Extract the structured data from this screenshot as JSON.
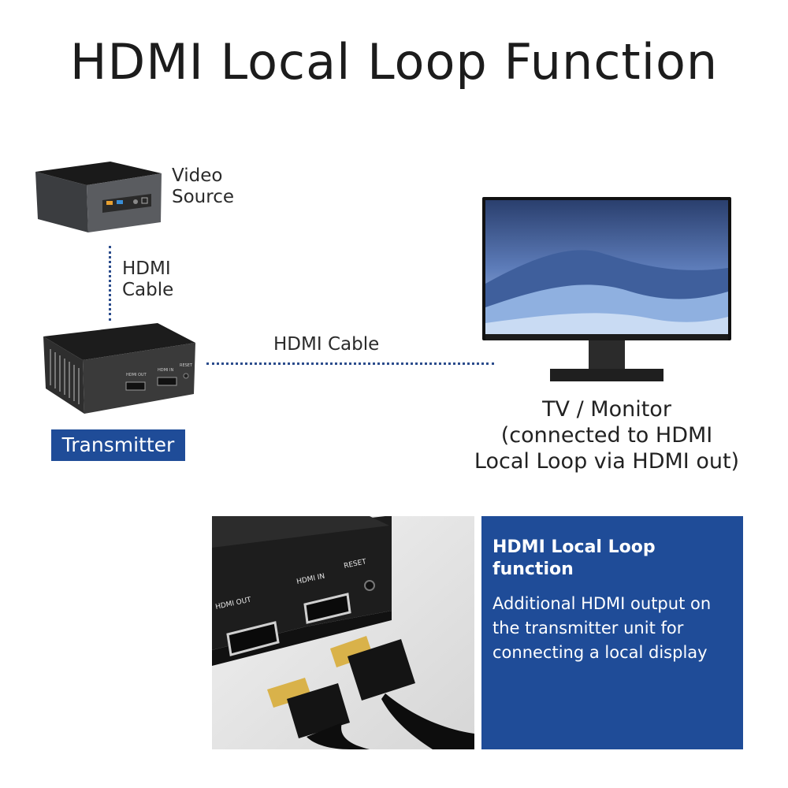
{
  "title": "HDMI Local Loop Function",
  "video_source": {
    "line1": "Video",
    "line2": "Source"
  },
  "hdmi_cable_vertical": {
    "line1": "HDMI",
    "line2": "Cable"
  },
  "hdmi_cable_horizontal": "HDMI Cable",
  "transmitter_label": "Transmitter",
  "transmitter_ports": {
    "out": "HDMI OUT",
    "in": "HDMI IN",
    "reset": "RESET"
  },
  "tv_caption": {
    "line1": "TV / Monitor",
    "line2": "(connected to HDMI",
    "line3": "Local Loop via HDMI out)"
  },
  "info_box": {
    "title": "HDMI Local Loop function",
    "lines": [
      "Additional HDMI output on",
      "the transmitter unit for",
      "connecting a local display"
    ]
  },
  "colors": {
    "brand_blue": "#1f4c98",
    "dotted_line": "#2b4c8c"
  },
  "icons": [
    "mini-pc-icon",
    "transmitter-icon",
    "monitor-icon",
    "hdmi-cable-photo"
  ]
}
